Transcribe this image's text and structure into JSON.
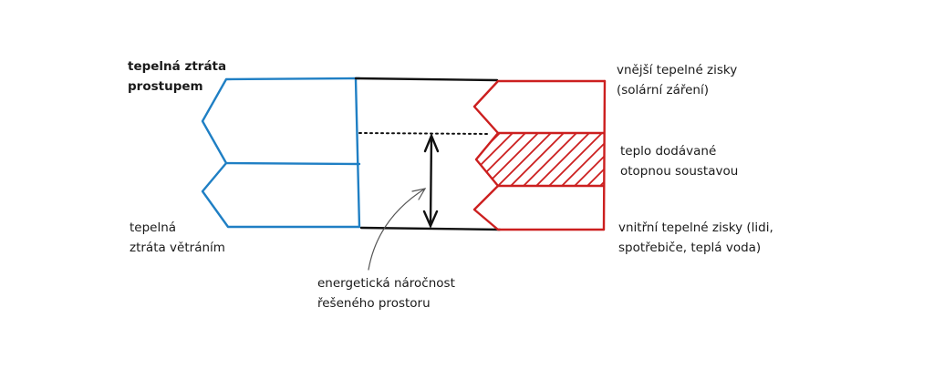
{
  "colors": {
    "heat_loss": "#1f7fc4",
    "heat_gain": "#cc1f1f",
    "boundary": "#111111"
  },
  "labels": {
    "loss_transmission": {
      "line1": "tepelná ztráta",
      "line2": "prostupem"
    },
    "loss_ventilation": {
      "line1": "tepelná",
      "line2": "ztráta větráním"
    },
    "external_gains": {
      "line1": "vnější tepelné zisky",
      "line2": "(solární záření)"
    },
    "heating_supply": {
      "line1": "teplo dodávané",
      "line2": "otopnou soustavou"
    },
    "internal_gains": {
      "line1": "vnitřní tepelné zisky (lidi,",
      "line2": "spotřebiče, teplá voda)"
    },
    "energy_demand": {
      "line1": "energetická náročnost",
      "line2": "řešeného prostoru"
    }
  }
}
